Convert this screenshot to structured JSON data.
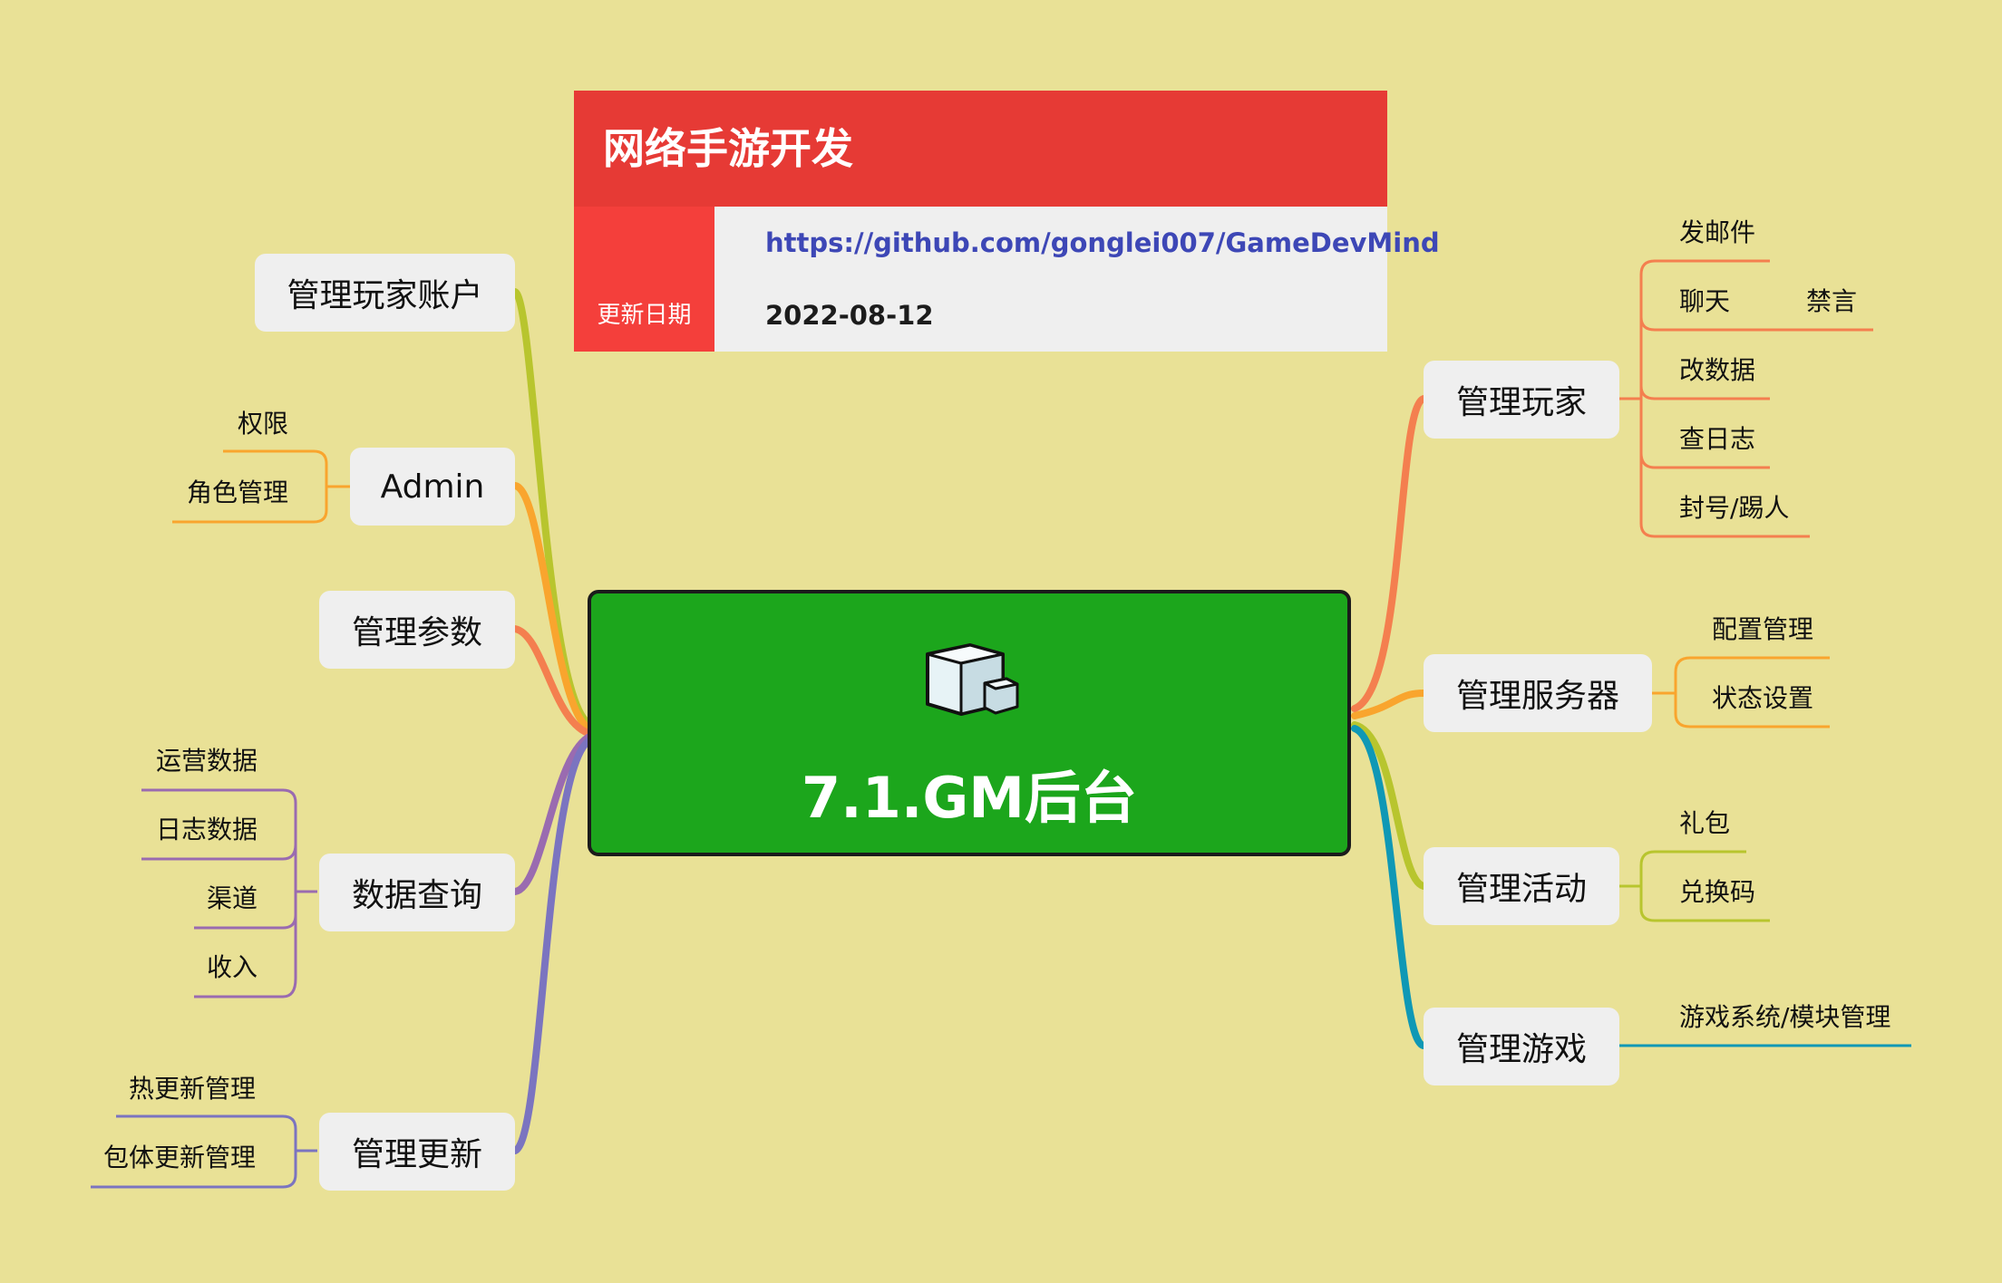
{
  "header": {
    "title": "网络手游开发",
    "link": "https://github.com/gonglei007/GameDevMind",
    "date_label": "更新日期",
    "date_value": "2022-08-12"
  },
  "center": {
    "title": "7.1.GM后台",
    "icon": "cube-icon"
  },
  "colors": {
    "background": "#e9e196",
    "center": "#1ca61c",
    "header_title": "#e63a35",
    "header_key": "#f43f3b",
    "link": "#3d47b6",
    "olive": "#b8c52e",
    "orange": "#f9a52e",
    "coral": "#f47f4f",
    "purple": "#9a6bb0",
    "indigo": "#7b74c0",
    "teal": "#0f98b5"
  },
  "left": {
    "manage_accounts": {
      "label": "管理玩家账户"
    },
    "admin": {
      "label": "Admin",
      "children": [
        "权限",
        "角色管理"
      ]
    },
    "params": {
      "label": "管理参数"
    },
    "data_query": {
      "label": "数据查询",
      "children": [
        "运营数据",
        "日志数据",
        "渠道",
        "收入"
      ]
    },
    "updates": {
      "label": "管理更新",
      "children": [
        "热更新管理",
        "包体更新管理"
      ]
    }
  },
  "right": {
    "players": {
      "label": "管理玩家",
      "children": [
        "发邮件",
        "聊天",
        "改数据",
        "查日志",
        "封号/踢人"
      ],
      "grandchild": "禁言"
    },
    "servers": {
      "label": "管理服务器",
      "children": [
        "配置管理",
        "状态设置"
      ]
    },
    "events": {
      "label": "管理活动",
      "children": [
        "礼包",
        "兑换码"
      ]
    },
    "games": {
      "label": "管理游戏",
      "children": [
        "游戏系统/模块管理"
      ]
    }
  }
}
